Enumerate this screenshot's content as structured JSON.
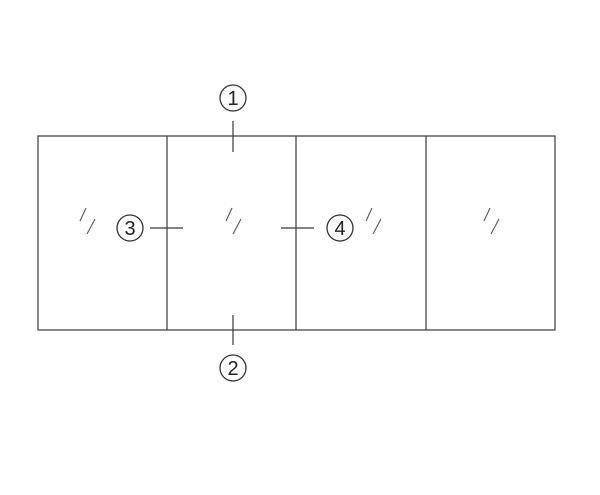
{
  "diagram": {
    "panel_count": 4,
    "callouts": [
      {
        "id": "c1",
        "label": "1"
      },
      {
        "id": "c2",
        "label": "2"
      },
      {
        "id": "c3",
        "label": "3"
      },
      {
        "id": "c4",
        "label": "4"
      }
    ],
    "colors": {
      "line": "#3a3a3a",
      "glass_mark": "#555555",
      "background": "#ffffff"
    }
  }
}
